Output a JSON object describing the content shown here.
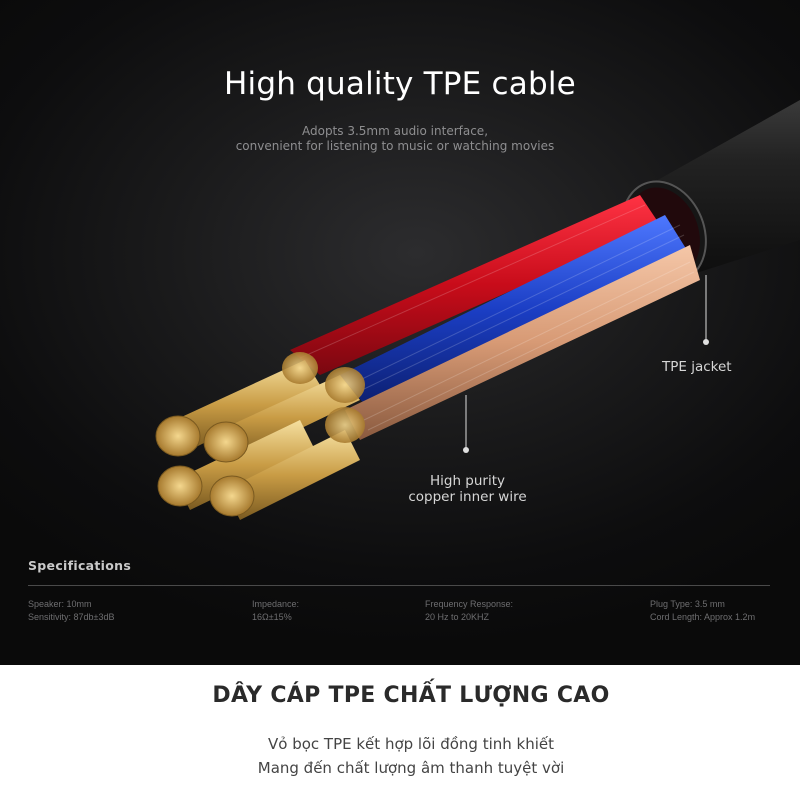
{
  "hero": {
    "title": "High quality TPE cable",
    "subtitle_line1": "Adopts 3.5mm audio interface,",
    "subtitle_line2": "convenient for listening to music or watching movies"
  },
  "callouts": {
    "jacket": "TPE jacket",
    "copper_line1": "High purity",
    "copper_line2": "copper inner wire"
  },
  "specs": {
    "heading": "Specifications",
    "col1": [
      "Speaker: 10mm",
      "Sensitivity: 87db±3dB"
    ],
    "col2": [
      "Impedance:",
      "16Ω±15%"
    ],
    "col3": [
      "Frequency Response:",
      "20 Hz to 20KHZ"
    ],
    "col4": [
      "Plug Type: 3.5 mm",
      "Cord Length: Approx 1.2m"
    ]
  },
  "footer": {
    "title": "DÂY CÁP TPE CHẤT LƯỢNG CAO",
    "line1": "Vỏ bọc TPE kết hợp lõi đồng tinh khiết",
    "line2": "Mang đến chất lượng âm thanh tuyệt vời"
  },
  "colors": {
    "background_dark": "#0d0d0e",
    "wire_red": "#d0101e",
    "wire_blue": "#1a3fc4",
    "wire_copper": "#d9a27f",
    "gold_strand": "#d8b45a",
    "jacket": "#1c1c1c"
  }
}
